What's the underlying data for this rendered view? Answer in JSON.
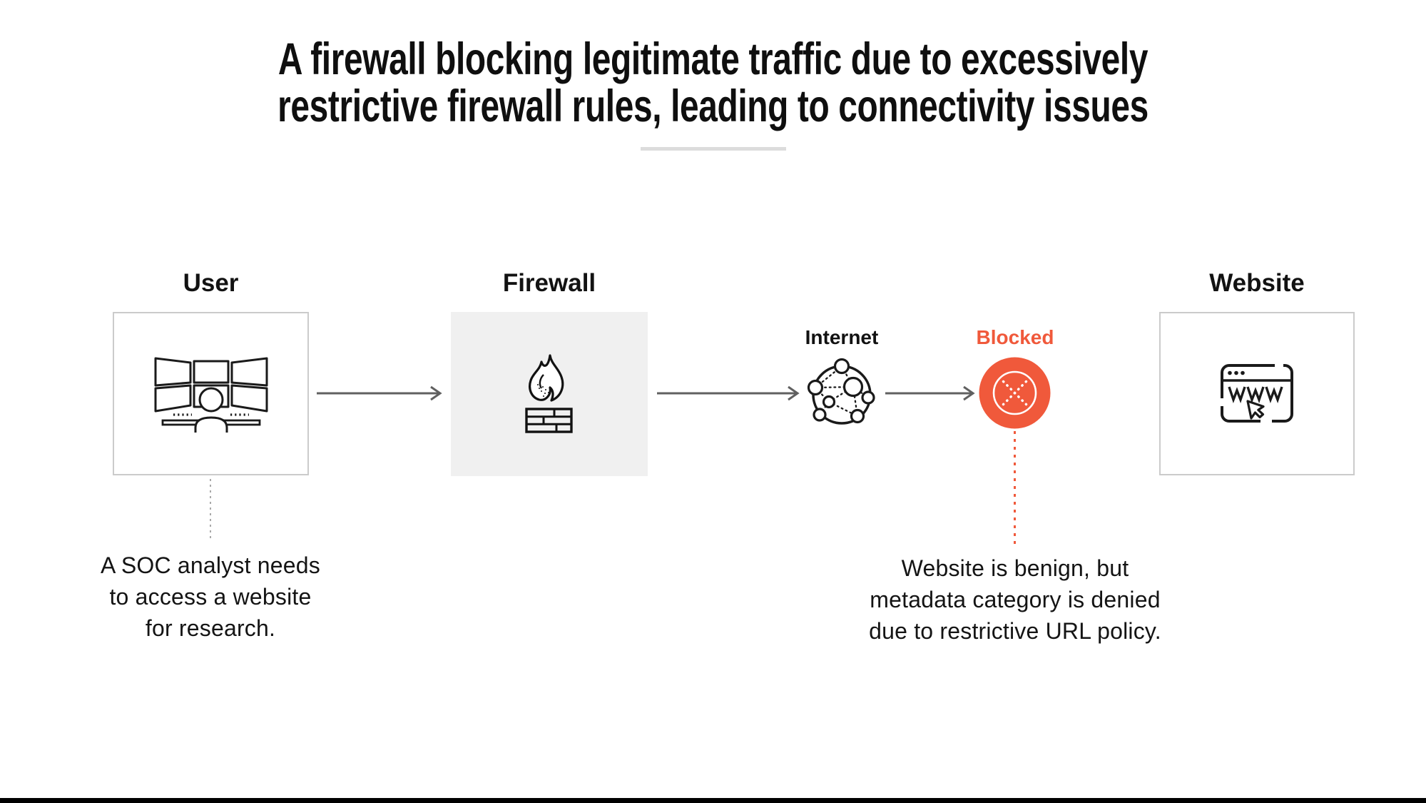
{
  "title": "A firewall blocking legitimate traffic due to excessively\nrestrictive firewall rules, leading to connectivity issues",
  "flow": {
    "user": {
      "label": "User",
      "icon": "soc-analyst-workstation-icon",
      "caption": "A SOC analyst needs\nto access a website\nfor research."
    },
    "firewall": {
      "label": "Firewall",
      "icon": "firewall-flame-bricks-icon"
    },
    "internet": {
      "label": "Internet",
      "icon": "network-globe-icon"
    },
    "blocked": {
      "label": "Blocked",
      "icon": "blocked-cross-circle-icon",
      "caption": "Website is benign, but\nmetadata category is denied\ndue to restrictive URL policy."
    },
    "website": {
      "label": "Website",
      "icon": "browser-www-icon"
    }
  },
  "colors": {
    "accent_orange": "#F0593B",
    "text": "#0F0F0F",
    "arrow_gray": "#606060",
    "box_border": "#CBCBCB",
    "firewall_box_bg": "#F0F0F0",
    "divider_gray": "#DCDCDC",
    "icon_stroke": "#1A1A1A",
    "bottom_bar": "#000000"
  }
}
